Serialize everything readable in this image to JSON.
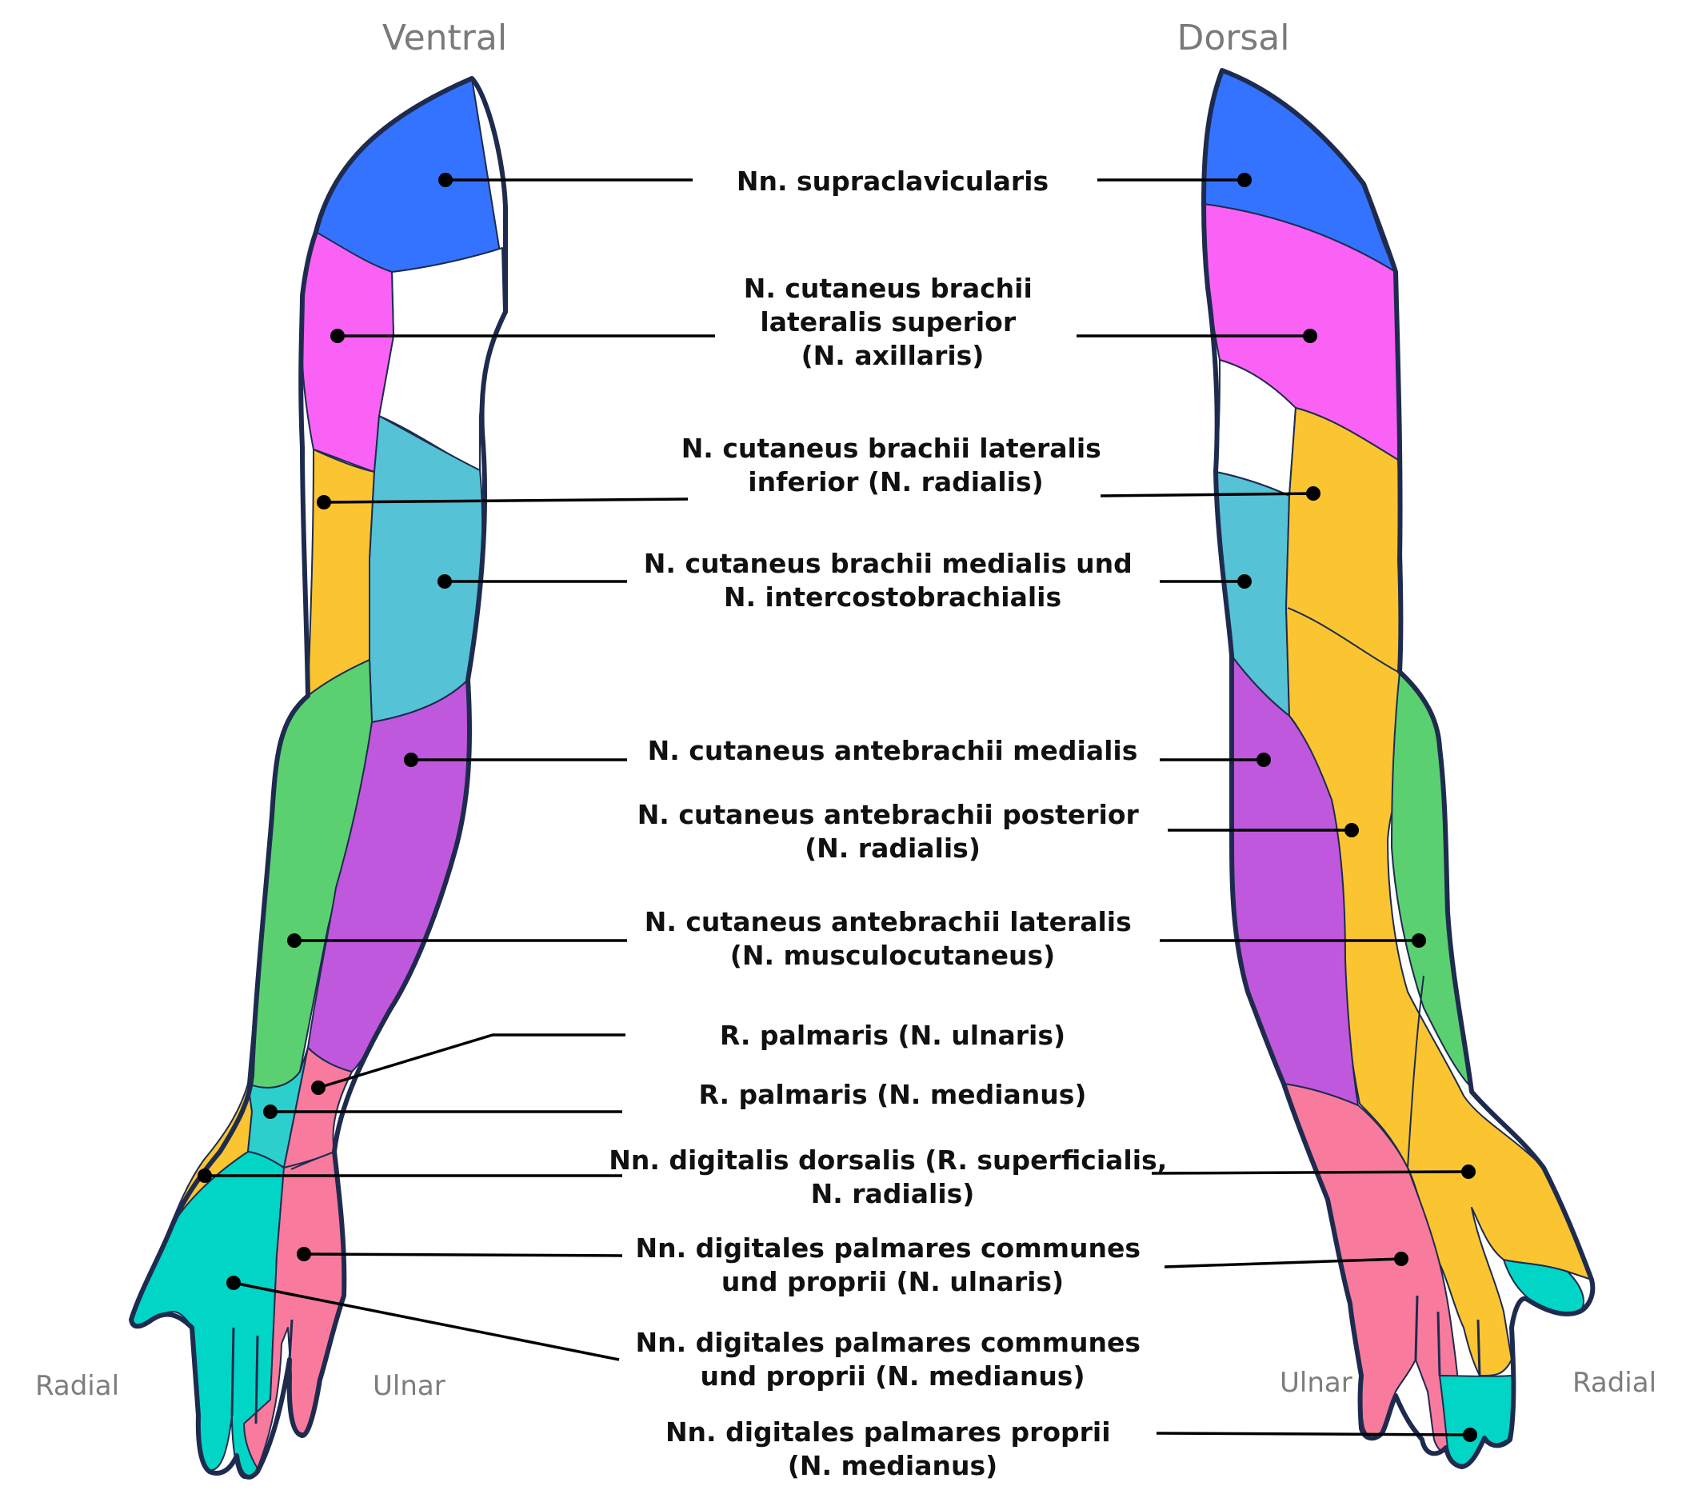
{
  "views": {
    "ventral": "Ventral",
    "dorsal": "Dorsal"
  },
  "side_labels": {
    "ventral_left": "Radial",
    "ventral_right": "Ulnar",
    "dorsal_left": "Ulnar",
    "dorsal_right": "Radial"
  },
  "labels": [
    {
      "id": "supraclavicularis",
      "lines": [
        "Nn. supraclavicularis"
      ],
      "color": "#3373ff"
    },
    {
      "id": "brachii-lat-sup",
      "lines": [
        "N. cutaneus brachii",
        "lateralis superior",
        "(N. axillaris)"
      ],
      "color": "#fa62f5"
    },
    {
      "id": "brachii-lat-inf",
      "lines": [
        "N. cutaneus brachii lateralis",
        "inferior (N. radialis)"
      ],
      "color": "#fbc531"
    },
    {
      "id": "brachii-med",
      "lines": [
        "N. cutaneus brachii medialis und",
        "N. intercostobrachialis"
      ],
      "color": "#55c2d6"
    },
    {
      "id": "antebrachii-med",
      "lines": [
        "N. cutaneus antebrachii medialis"
      ],
      "color": "#c058dd"
    },
    {
      "id": "antebrachii-post",
      "lines": [
        "N. cutaneus antebrachii posterior",
        "(N. radialis)"
      ],
      "color": "#fbc531"
    },
    {
      "id": "antebrachii-lat",
      "lines": [
        "N. cutaneus antebrachii lateralis",
        "(N. musculocutaneus)"
      ],
      "color": "#5bd070"
    },
    {
      "id": "r-palmaris-ulnaris",
      "lines": [
        "R. palmaris (N. ulnaris)"
      ],
      "color": "#f87b9e"
    },
    {
      "id": "r-palmaris-medianus",
      "lines": [
        "R. palmaris (N. medianus)"
      ],
      "color": "#2ccfcb"
    },
    {
      "id": "digitalis-dorsalis",
      "lines": [
        "Nn. digitalis dorsalis (R. superficialis,",
        "N. radialis)"
      ],
      "color": "#fbc531"
    },
    {
      "id": "digitales-ulnaris",
      "lines": [
        "Nn. digitales palmares communes",
        "und proprii (N. ulnaris)"
      ],
      "color": "#f87b9e"
    },
    {
      "id": "digitales-medianus",
      "lines": [
        "Nn. digitales palmares communes",
        "und proprii (N. medianus)"
      ],
      "color": "#00d5c6"
    },
    {
      "id": "digitales-proprii",
      "lines": [
        "Nn. digitales palmares proprii",
        "(N. medianus)"
      ],
      "color": "#00d5c6"
    }
  ],
  "colors": {
    "outline": "#1e2b4e",
    "blue": "#3373ff",
    "pink": "#fa62f5",
    "yellow": "#fbc531",
    "light_blue": "#55c2d6",
    "purple": "#c058dd",
    "green": "#5bd070",
    "rose": "#f87b9e",
    "teal": "#00d5c6",
    "teal_dark": "#2ccfcb"
  }
}
